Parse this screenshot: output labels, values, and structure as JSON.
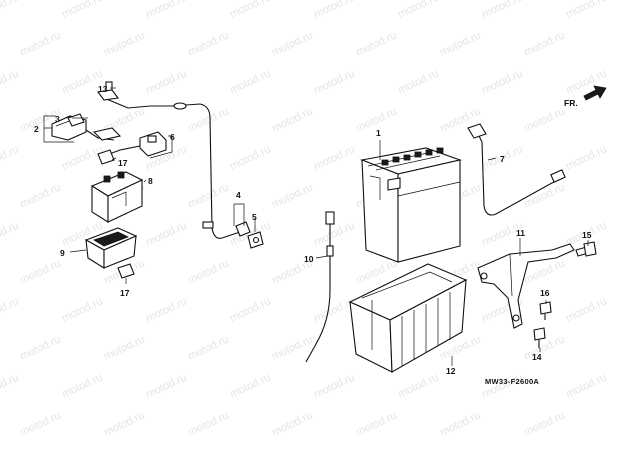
{
  "watermark": "motod.ru",
  "direction_marker": {
    "label": "FR."
  },
  "diagram_code": "MW33-F2600A",
  "callouts": [
    "1",
    "2",
    "3",
    "4",
    "5",
    "6",
    "7",
    "8",
    "9",
    "10",
    "11",
    "12",
    "13",
    "14",
    "15",
    "16",
    "17",
    "17"
  ]
}
